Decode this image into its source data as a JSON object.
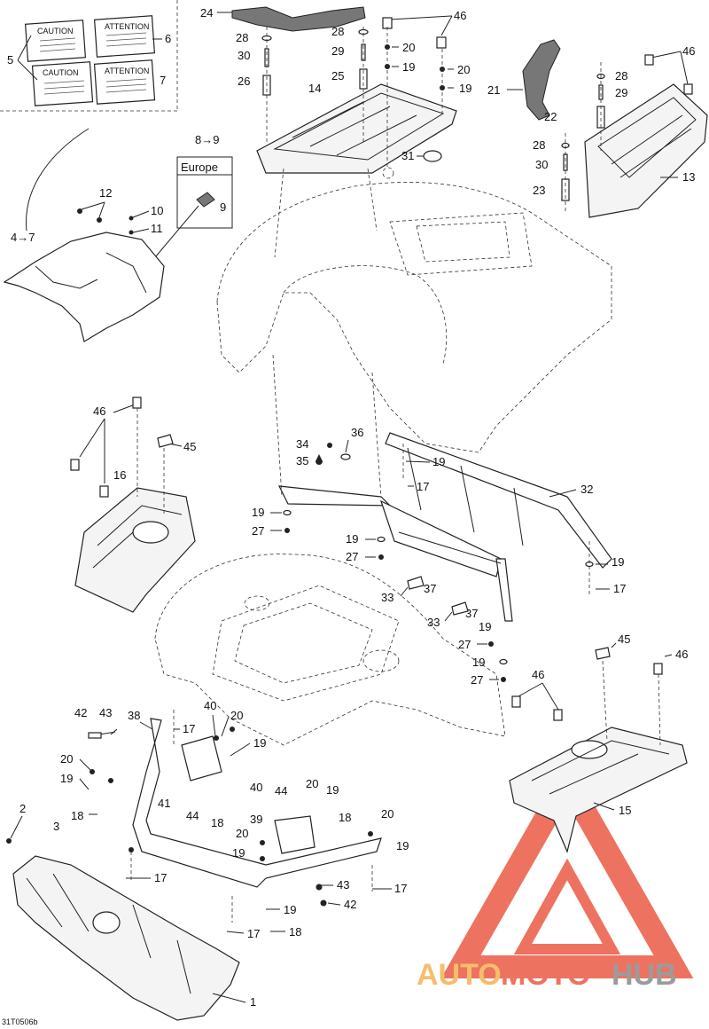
{
  "drawing_ref": "31T0506b",
  "region_tag": "Europe",
  "region_rule": "8→9",
  "kit_rule": "4→7",
  "labels": {
    "caution_text": "CAUTION",
    "attention_text": "ATTENTION"
  },
  "watermark": {
    "part1": "AUTO",
    "part2": "MOTO",
    "part3": "HUB",
    "color_a": "#f2a93b",
    "color_b": "#e8452c",
    "color_c": "#7a7a7a"
  },
  "callouts": {
    "c1": "1",
    "c2": "2",
    "c3": "3",
    "c5": "5",
    "c6": "6",
    "c7": "7",
    "c9": "9",
    "c10": "10",
    "c11": "11",
    "c12": "12",
    "c13": "13",
    "c14": "14",
    "c15": "15",
    "c16": "16",
    "c17": "17",
    "c18": "18",
    "c19": "19",
    "c20": "20",
    "c21": "21",
    "c22": "22",
    "c23": "23",
    "c24": "24",
    "c25": "25",
    "c26": "26",
    "c27": "27",
    "c28": "28",
    "c29": "29",
    "c30": "30",
    "c31": "31",
    "c32": "32",
    "c33": "33",
    "c34": "34",
    "c35": "35",
    "c36": "36",
    "c37": "37",
    "c38": "38",
    "c39": "39",
    "c40": "40",
    "c41": "41",
    "c42": "42",
    "c43": "43",
    "c44": "44",
    "c45": "45",
    "c46": "46"
  }
}
